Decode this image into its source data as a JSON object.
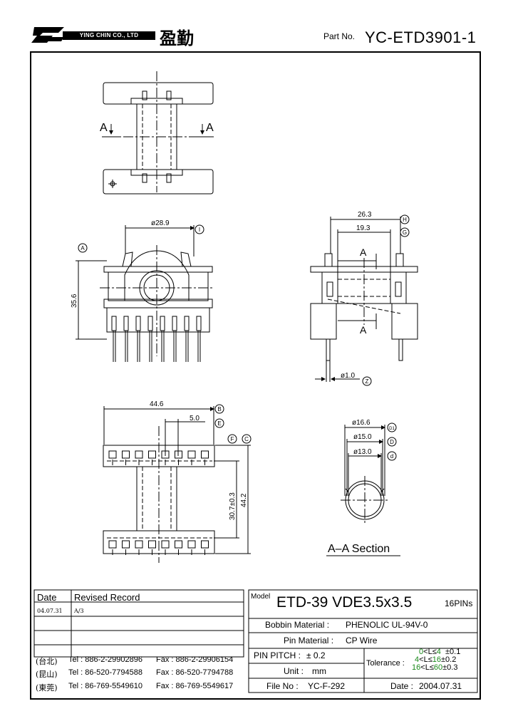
{
  "header": {
    "company_en": "YING CHIN CO., LTD",
    "company_cn": "盈勤",
    "part_no_label": "Part No.",
    "part_no": "YC-ETD3901-1"
  },
  "drawing": {
    "section_marker": "A",
    "section_title": "A–A Section",
    "dims": {
      "d28_9": "ø28.9",
      "h35_6": "35.6",
      "w26_3": "26.3",
      "w19_3": "19.3",
      "pin1_0": "ø1.0",
      "w44_6": "44.6",
      "w5_0": "5.0",
      "h30_7": "30.7±0.3",
      "h44_2": "44.2",
      "d16_6": "ø16.6",
      "d15_0": "ø15.0",
      "d13_0": "ø13.0"
    },
    "callouts": {
      "A": "A",
      "B": "B",
      "C": "C",
      "D": "D",
      "D1": "D1",
      "d": "d",
      "E": "E",
      "F": "F",
      "G": "G",
      "H": "H",
      "I": "I",
      "Z": "Z"
    }
  },
  "revision": {
    "col_date": "Date",
    "col_record": "Revised  Record",
    "rows": [
      {
        "date": "04.07.31",
        "record": "A/3"
      }
    ]
  },
  "contacts": [
    {
      "city": "(台北)",
      "tel": "Tel : 886-2-29902896",
      "fax": "Fax : 886-2-29906154"
    },
    {
      "city": "(昆山)",
      "tel": "Tel : 86-520-7794588",
      "fax": "Fax : 86-520-7794788"
    },
    {
      "city": "(東莞)",
      "tel": "Tel : 86-769-5549610",
      "fax": "Fax : 86-769-5549617"
    }
  ],
  "spec": {
    "model_label": "Model",
    "model": "ETD-39  VDE3.5x3.5",
    "pins": "16PINs",
    "bobbin_label": "Bobbin  Material :",
    "bobbin": "PHENOLIC UL-94V-0",
    "pin_mat_label": "Pin  Material :",
    "pin_mat": "CP Wire",
    "pitch_label": "PIN  PITCH :",
    "pitch": "± 0.2",
    "unit_label": "Unit :",
    "unit": "mm",
    "file_label": "File  No :",
    "file": "YC-F-292",
    "tolerance_label": "Tolerance :",
    "tolerance": [
      {
        "lo": "0",
        "op1": "<",
        "l": "L",
        "op2": "≤",
        "hi": "4",
        "tol": "±0.1"
      },
      {
        "lo": "4",
        "op1": "<",
        "l": "L",
        "op2": "≤",
        "hi": "16",
        "tol": "±0.2"
      },
      {
        "lo": "16",
        "op1": "<",
        "l": "L",
        "op2": "≤",
        "hi": "60",
        "tol": "±0.3"
      }
    ],
    "date_label": "Date :",
    "date": "2004.07.31"
  }
}
